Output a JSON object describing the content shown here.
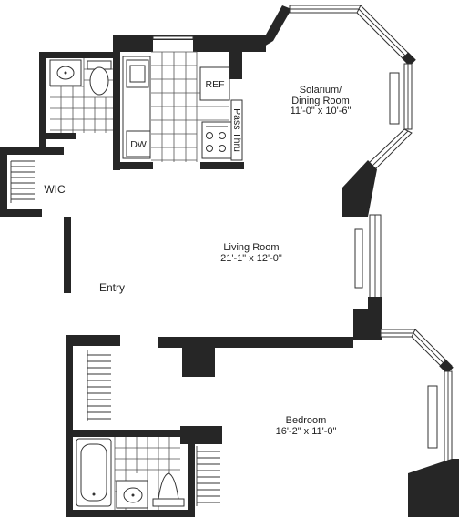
{
  "rooms": {
    "solarium": {
      "name_line1": "Solarium/",
      "name_line2": "Dining Room",
      "dims": "11'-0\" x 10'-6\""
    },
    "living": {
      "name": "Living Room",
      "dims": "21'-1\" x 12'-0\""
    },
    "bedroom": {
      "name": "Bedroom",
      "dims": "16'-2\" x 11'-0\""
    },
    "wic": {
      "name": "WIC"
    },
    "entry": {
      "name": "Entry"
    }
  },
  "kitchen": {
    "ref": "REF",
    "dw": "DW",
    "pass_thru": "Pass Thru"
  }
}
